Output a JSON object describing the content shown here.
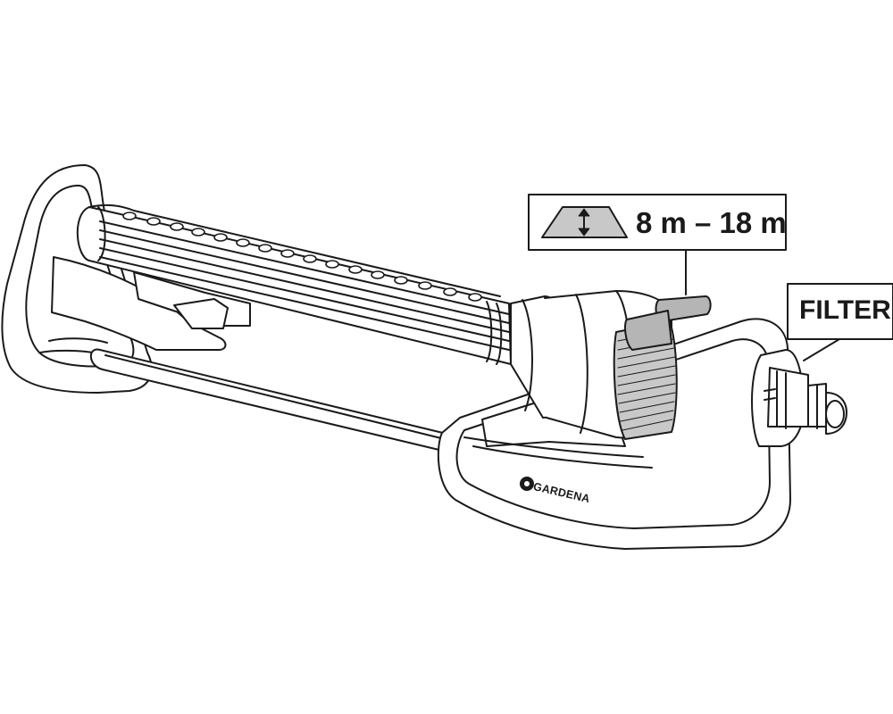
{
  "labels": {
    "spray_range": "8 m – 18 m",
    "filter": "FILTER",
    "brand": "GARDENA"
  },
  "icons": {
    "range": "double-arrow-vertical-icon",
    "brand_logo": "gear-icon"
  },
  "colors": {
    "line": "#1a1a1a",
    "fill": "#ffffff",
    "shade": "#c8c8c8",
    "clip": "#b5b5b5"
  }
}
